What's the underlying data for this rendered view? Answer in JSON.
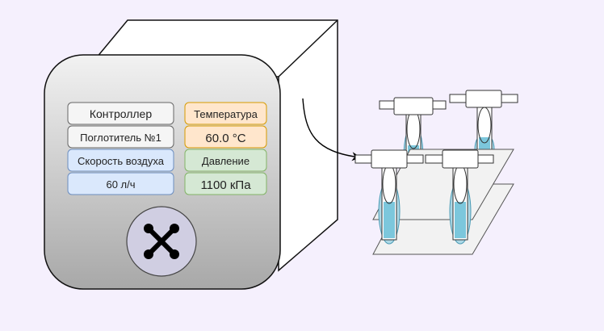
{
  "controller": {
    "title": "Контроллер",
    "absorber": "Поглотитель №1",
    "airflow_label": "Скорость воздуха",
    "airflow_value": "60 л/ч",
    "temperature_label": "Температура",
    "temperature_value": "60.0 °C",
    "pressure_label": "Давление",
    "pressure_value": "1100 кПа"
  },
  "colors": {
    "background": "#f5f0fd",
    "grey_box": "#f5f5f5",
    "blue_box": "#dae8fc",
    "orange_box": "#ffe6cc",
    "green_box": "#d5e8d4",
    "fan_disc": "#d0cee2",
    "liquid": "#7cc7dc"
  },
  "icons": {
    "fan": "fan-icon",
    "arrow": "connector-arrow"
  }
}
